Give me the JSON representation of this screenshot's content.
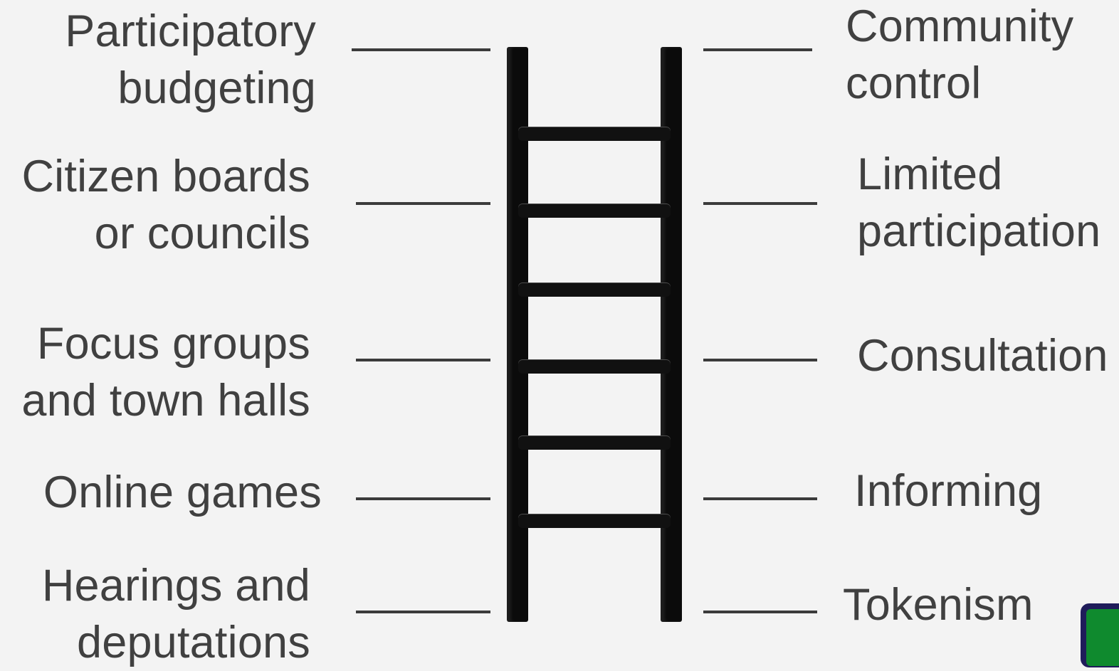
{
  "left_labels": [
    {
      "line1": "Participatory",
      "line2": "budgeting"
    },
    {
      "line1": "Citizen boards",
      "line2": "or councils"
    },
    {
      "line1": "Focus groups",
      "line2": "and town halls"
    },
    {
      "line1": "Online games",
      "line2": ""
    },
    {
      "line1": "Hearings and",
      "line2": "deputations"
    }
  ],
  "right_labels": [
    {
      "line1": "Community",
      "line2": "control"
    },
    {
      "line1": "Limited",
      "line2": "participation"
    },
    {
      "line1": "Consultation",
      "line2": ""
    },
    {
      "line1": "Informing",
      "line2": ""
    },
    {
      "line1": "Tokenism",
      "line2": ""
    }
  ],
  "colors": {
    "background": "#f3f3f3",
    "text": "#404040",
    "ladder": "#0b0b0b",
    "badge_outer": "#1f1c5a",
    "badge_inner": "#0f8a2e"
  }
}
